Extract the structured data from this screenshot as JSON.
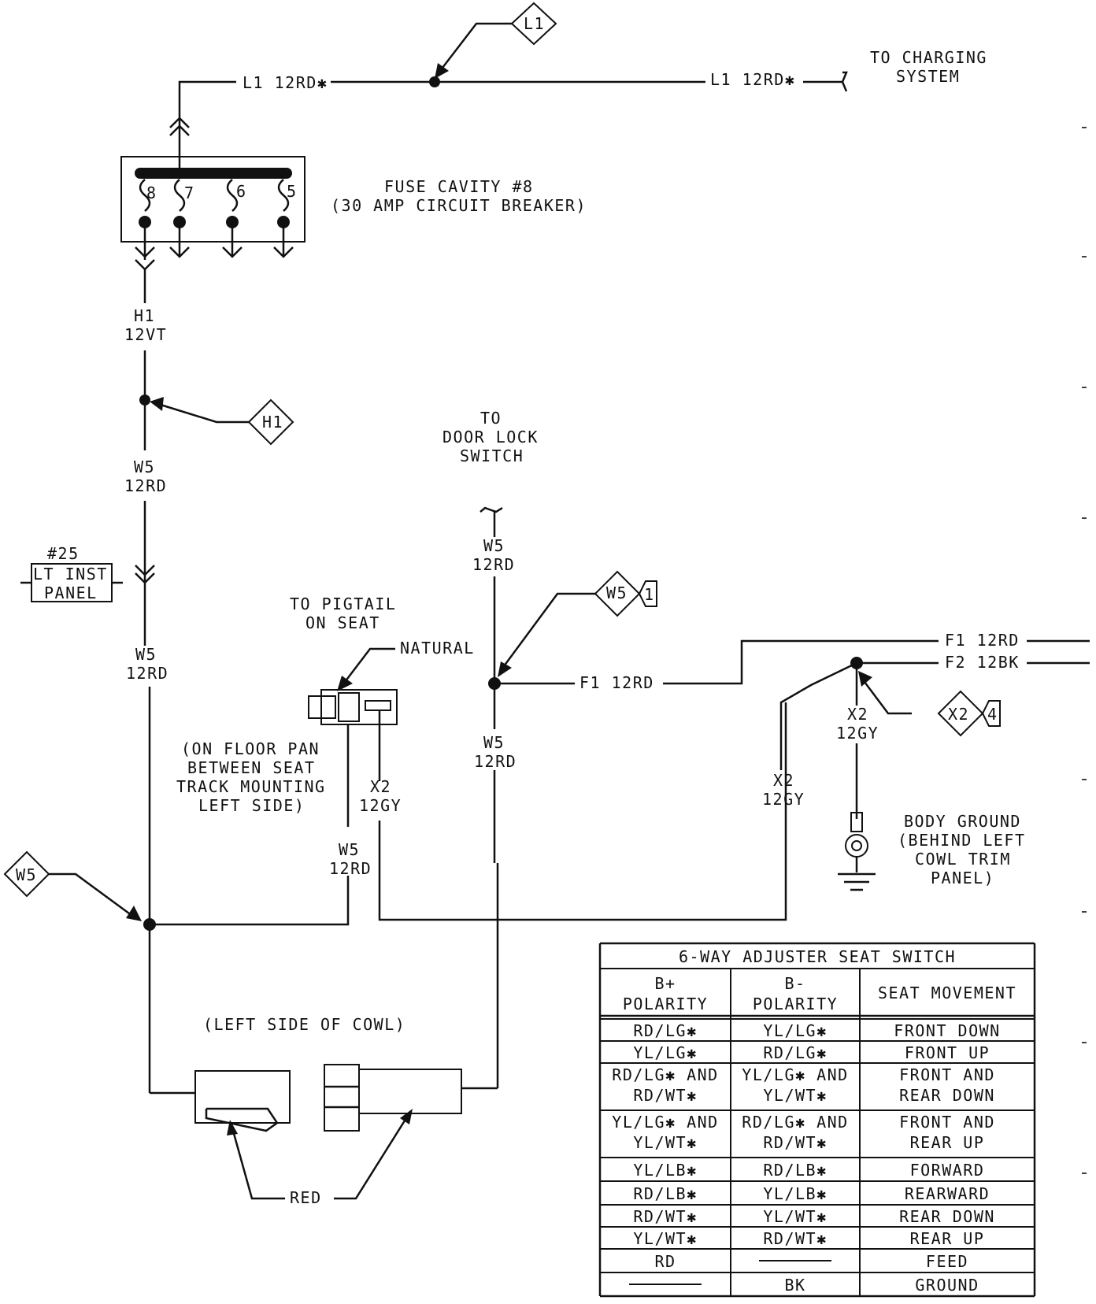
{
  "connector_ids": {
    "l1": "L1",
    "h1": "H1",
    "w5_left": "W5",
    "w5_ref": "W5",
    "w5_ref_num": "1",
    "x2_ref": "X2",
    "x2_ref_num": "4"
  },
  "labels": {
    "wire_l1_left": "L1 12RD✱",
    "wire_l1_right": "L1 12RD✱",
    "to_charging_1": "TO CHARGING",
    "to_charging_2": "SYSTEM",
    "fuse_title_1": "FUSE CAVITY #8",
    "fuse_title_2": "(30 AMP CIRCUIT BREAKER)",
    "terminal_8": "8",
    "terminal_7": "7",
    "terminal_6": "6",
    "terminal_5": "5",
    "h1_code": "H1",
    "h1_gauge": "12VT",
    "w5_a_code": "W5",
    "w5_a_gauge": "12RD",
    "inst_panel_num": "#25",
    "inst_panel_1": "LT INST",
    "inst_panel_2": "PANEL",
    "w5_b_code": "W5",
    "w5_b_gauge": "12RD",
    "to_door_1": "TO",
    "to_door_2": "DOOR LOCK",
    "to_door_3": "SWITCH",
    "w5_c_code": "W5",
    "w5_c_gauge": "12RD",
    "to_pigtail_1": "TO PIGTAIL",
    "to_pigtail_2": "ON SEAT",
    "natural": "NATURAL",
    "floor_pan_1": "(ON FLOOR PAN",
    "floor_pan_2": "BETWEEN SEAT",
    "floor_pan_3": "TRACK MOUNTING",
    "floor_pan_4": "LEFT SIDE)",
    "x2_a_code": "X2",
    "x2_a_gauge": "12GY",
    "w5_d_code": "W5",
    "w5_d_gauge": "12RD",
    "f1_mid": "F1 12RD",
    "w5_e_code": "W5",
    "w5_e_gauge": "12RD",
    "f1_right": "F1 12RD",
    "f2_right": "F2 12BK",
    "x2_b_code": "X2",
    "x2_b_gauge": "12GY",
    "x2_c_code": "X2",
    "x2_c_gauge": "12GY",
    "body_ground_1": "BODY GROUND",
    "body_ground_2": "(BEHIND LEFT",
    "body_ground_3": "COWL TRIM",
    "body_ground_4": "PANEL)",
    "left_cowl": "(LEFT SIDE OF COWL)",
    "red": "RED"
  },
  "table": {
    "title": "6-WAY ADJUSTER SEAT SWITCH",
    "headers": [
      [
        "B+",
        "POLARITY"
      ],
      [
        "B-",
        "POLARITY"
      ],
      [
        "SEAT MOVEMENT"
      ]
    ],
    "rows": [
      [
        [
          "RD/LG✱"
        ],
        [
          "YL/LG✱"
        ],
        [
          "FRONT DOWN"
        ]
      ],
      [
        [
          "YL/LG✱"
        ],
        [
          "RD/LG✱"
        ],
        [
          "FRONT UP"
        ]
      ],
      [
        [
          "RD/LG✱ AND",
          "RD/WT✱"
        ],
        [
          "YL/LG✱ AND",
          "YL/WT✱"
        ],
        [
          "FRONT AND",
          "REAR DOWN"
        ]
      ],
      [
        [
          "YL/LG✱ AND",
          "YL/WT✱"
        ],
        [
          "RD/LG✱ AND",
          "RD/WT✱"
        ],
        [
          "FRONT AND",
          "REAR UP"
        ]
      ],
      [
        [
          "YL/LB✱"
        ],
        [
          "RD/LB✱"
        ],
        [
          "FORWARD"
        ]
      ],
      [
        [
          "RD/LB✱"
        ],
        [
          "YL/LB✱"
        ],
        [
          "REARWARD"
        ]
      ],
      [
        [
          "RD/WT✱"
        ],
        [
          "YL/WT✱"
        ],
        [
          "REAR DOWN"
        ]
      ],
      [
        [
          "YL/WT✱"
        ],
        [
          "RD/WT✱"
        ],
        [
          "REAR UP"
        ]
      ],
      [
        [
          "RD"
        ],
        [
          ""
        ],
        [
          "FEED"
        ]
      ],
      [
        [
          ""
        ],
        [
          "BK"
        ],
        [
          "GROUND"
        ]
      ]
    ]
  }
}
